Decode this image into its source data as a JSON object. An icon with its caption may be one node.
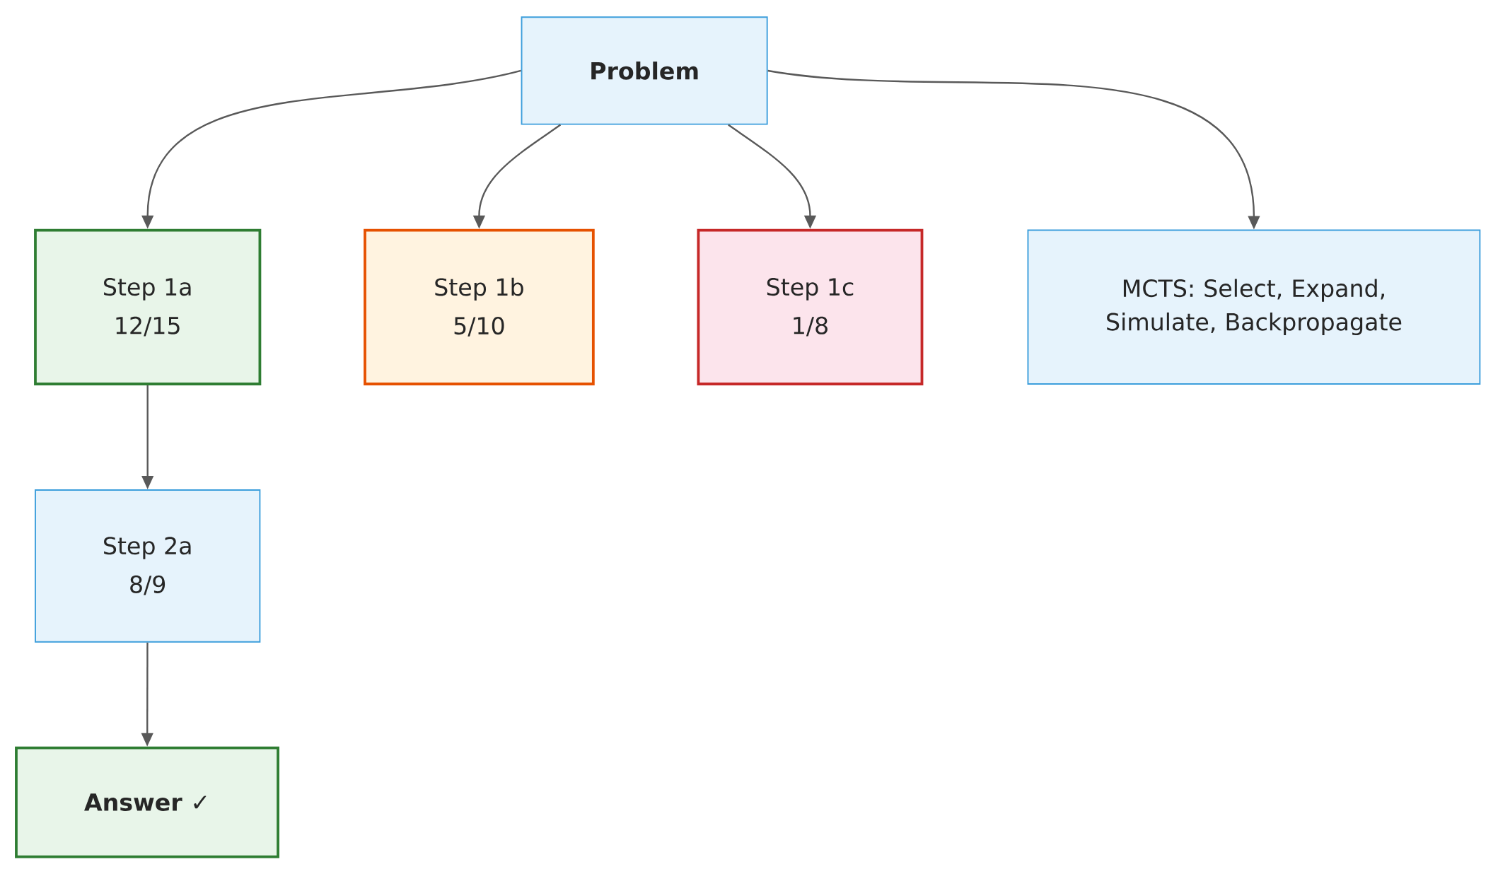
{
  "diagram": {
    "nodes": [
      {
        "text": [
          "Problem"
        ]
      },
      {
        "text": [
          "Step 1a",
          "12/15"
        ]
      },
      {
        "text": [
          "Step 1b",
          "5/10"
        ]
      },
      {
        "text": [
          "Step 1c",
          "1/8"
        ]
      },
      {
        "text": [
          "MCTS: Select, Expand, Simulate, Backpropagate"
        ]
      },
      {
        "text": [
          "Step 2a",
          "8/9"
        ]
      },
      {
        "text": [
          "Answer ✓"
        ]
      }
    ],
    "edges": [
      {
        "from": 0,
        "to": 1,
        "arrow": "to"
      },
      {
        "from": 0,
        "to": 2,
        "arrow": "to"
      },
      {
        "from": 0,
        "to": 3,
        "arrow": "to"
      },
      {
        "from": 0,
        "to": 4,
        "arrow": "to"
      },
      {
        "from": 1,
        "to": 5,
        "arrow": "to"
      },
      {
        "from": 5,
        "to": 6,
        "arrow": "to"
      }
    ]
  }
}
